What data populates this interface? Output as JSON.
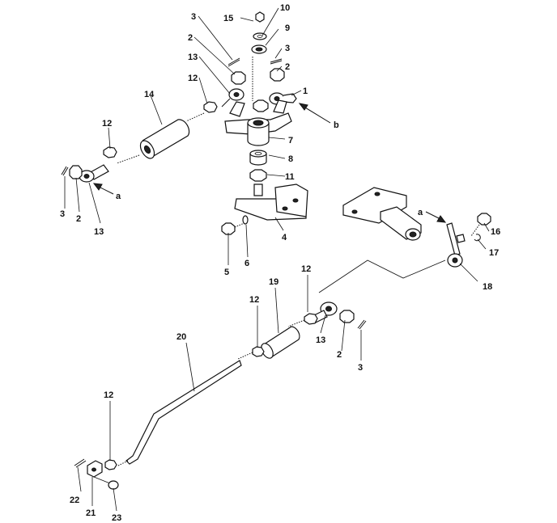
{
  "callouts": [
    {
      "id": "c15",
      "text": "15"
    },
    {
      "id": "c10",
      "text": "10"
    },
    {
      "id": "c9",
      "text": "9"
    },
    {
      "id": "c3a",
      "text": "3"
    },
    {
      "id": "c3b",
      "text": "3"
    },
    {
      "id": "c2a",
      "text": "2"
    },
    {
      "id": "c2b",
      "text": "2"
    },
    {
      "id": "c13a",
      "text": "13"
    },
    {
      "id": "c12a",
      "text": "12"
    },
    {
      "id": "c1",
      "text": "1"
    },
    {
      "id": "c14",
      "text": "14"
    },
    {
      "id": "cb",
      "text": "b"
    },
    {
      "id": "c7",
      "text": "7"
    },
    {
      "id": "c12b",
      "text": "12"
    },
    {
      "id": "c8",
      "text": "8"
    },
    {
      "id": "c11",
      "text": "11"
    },
    {
      "id": "ca1",
      "text": "a"
    },
    {
      "id": "c3c",
      "text": "3"
    },
    {
      "id": "c2c",
      "text": "2"
    },
    {
      "id": "c13b",
      "text": "13"
    },
    {
      "id": "c4",
      "text": "4"
    },
    {
      "id": "c5",
      "text": "5"
    },
    {
      "id": "c6",
      "text": "6"
    },
    {
      "id": "ca2",
      "text": "a"
    },
    {
      "id": "c16",
      "text": "16"
    },
    {
      "id": "c17",
      "text": "17"
    },
    {
      "id": "c18",
      "text": "18"
    },
    {
      "id": "c12c",
      "text": "12"
    },
    {
      "id": "c19",
      "text": "19"
    },
    {
      "id": "c12d",
      "text": "12"
    },
    {
      "id": "c13c",
      "text": "13"
    },
    {
      "id": "c2d",
      "text": "2"
    },
    {
      "id": "c3d",
      "text": "3"
    },
    {
      "id": "c20",
      "text": "20"
    },
    {
      "id": "c12e",
      "text": "12"
    },
    {
      "id": "c22",
      "text": "22"
    },
    {
      "id": "c21",
      "text": "21"
    },
    {
      "id": "c23",
      "text": "23"
    }
  ]
}
